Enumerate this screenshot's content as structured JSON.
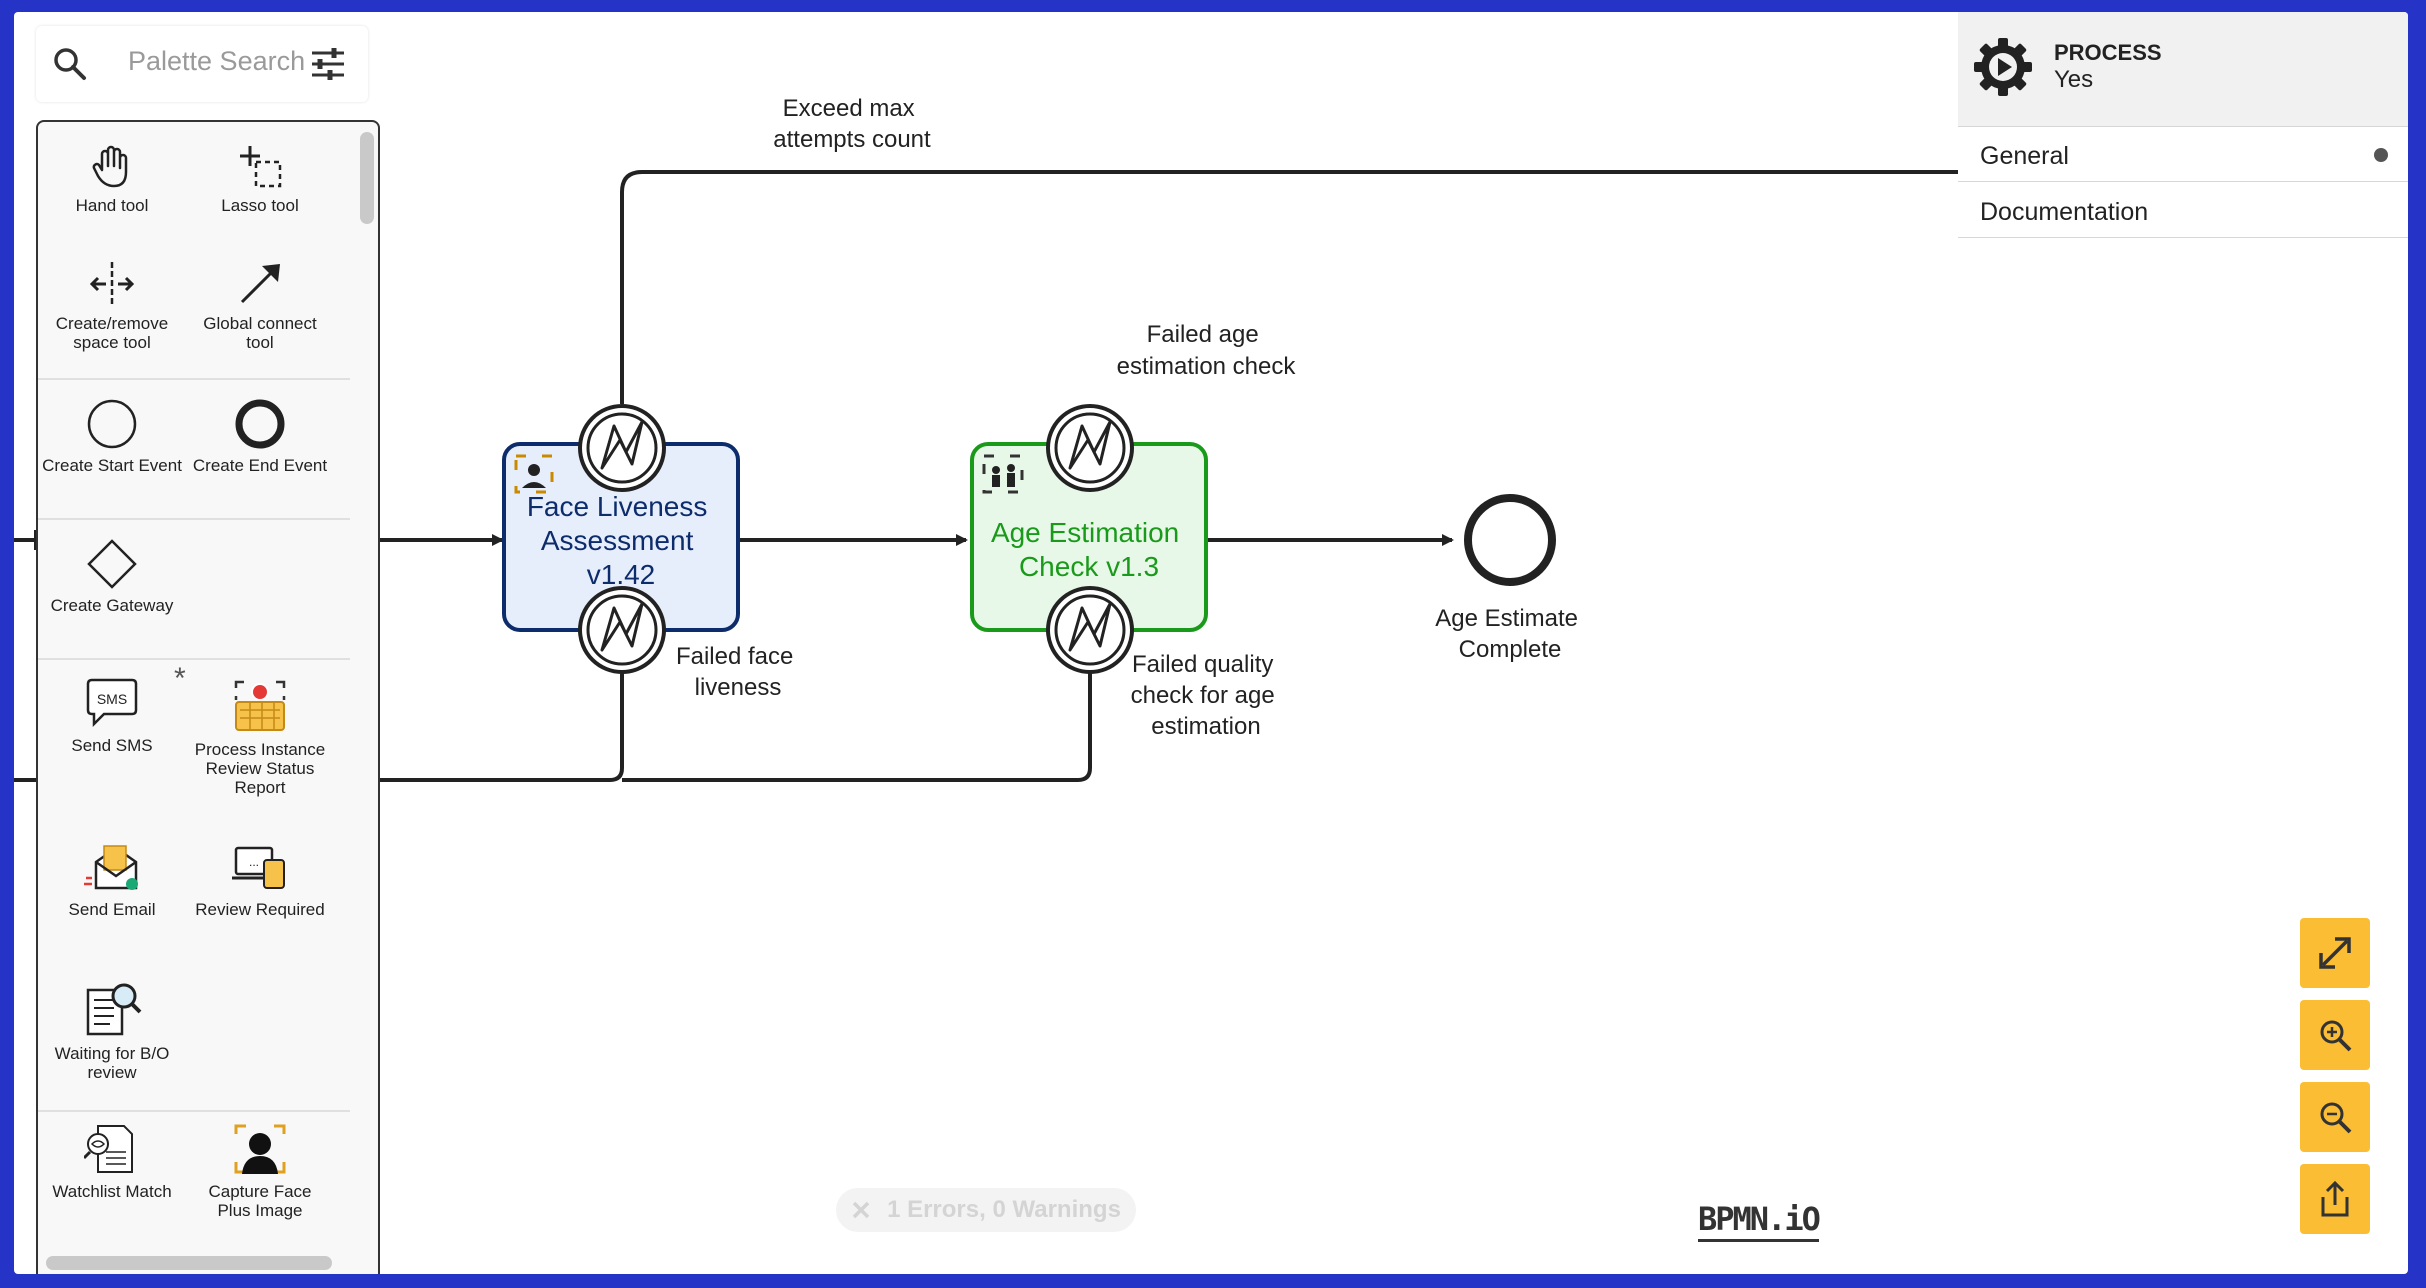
{
  "palette": {
    "search_placeholder": "Palette Search",
    "tools": [
      {
        "label": "Hand tool",
        "icon": "hand-icon"
      },
      {
        "label": "Lasso tool",
        "icon": "lasso-icon"
      },
      {
        "label": "Create/remove space tool",
        "icon": "space-tool-icon"
      },
      {
        "label": "Global connect tool",
        "icon": "connect-arrow-icon"
      }
    ],
    "events": [
      {
        "label": "Create Start Event",
        "icon": "start-event-icon"
      },
      {
        "label": "Create End Event",
        "icon": "end-event-icon"
      }
    ],
    "gateways": [
      {
        "label": "Create Gateway",
        "icon": "gateway-icon"
      }
    ],
    "custom": [
      {
        "label": "Send SMS",
        "icon": "sms-icon"
      },
      {
        "label": "Process Instance Review Status Report",
        "icon": "review-report-icon"
      },
      {
        "label": "Send Email",
        "icon": "email-icon"
      },
      {
        "label": "Review Required",
        "icon": "review-required-icon"
      },
      {
        "label": "Waiting for B/O review",
        "icon": "waiting-review-icon"
      },
      {
        "label": "Watchlist Match",
        "icon": "watchlist-icon"
      },
      {
        "label": "Capture Face Plus Image",
        "icon": "capture-face-icon"
      }
    ],
    "custom_marker": "*"
  },
  "diagram": {
    "tasks": [
      {
        "line1": "Face Liveness",
        "line2": "Assessment",
        "line3": "v1.42",
        "color": "#0d2c6b",
        "fill": "#e7eefb"
      },
      {
        "line1": "Age Estimation",
        "line2": "Check v1.3",
        "color": "#1a9a1a",
        "fill": "#e8f8e8"
      }
    ],
    "labels": {
      "exceed_1": "Exceed max",
      "exceed_2": "attempts count",
      "failed_age_1": "Failed age",
      "failed_age_2": "estimation check",
      "failed_face_1": "Failed face",
      "failed_face_2": "liveness",
      "failed_quality_1": "Failed quality",
      "failed_quality_2": "check for age",
      "failed_quality_3": "estimation",
      "end_1": "Age Estimate",
      "end_2": "Complete"
    }
  },
  "properties": {
    "element_type": "PROCESS",
    "element_name": "Yes",
    "groups": [
      "General",
      "Documentation"
    ]
  },
  "status": {
    "errors": "1 Errors, 0 Warnings"
  },
  "brand": "BPMN.iO",
  "colors": {
    "accent": "#fbbd33",
    "background": "#2633c7"
  }
}
